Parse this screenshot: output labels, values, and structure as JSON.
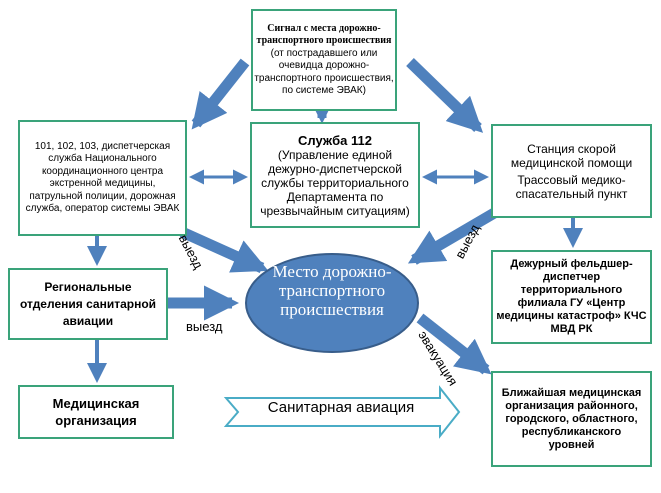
{
  "signal": {
    "title": "Сигнал с места дорожно-транспортного происшествия",
    "subtitle": "(от пострадавшего или очевидца дорожно-транспортного происшествия, по системе ЭВАК)"
  },
  "services": {
    "text": "101, 102, 103, диспетчерская служба Национального координационного центра экстренной медицины, патрульной полиции, дорожная служба, оператор системы ЭВАК"
  },
  "service112": {
    "title": "Служба 112",
    "subtitle": "(Управление единой дежурно-диспетчерской службы территориального Департамента по чрезвычайным ситуациям)"
  },
  "ambulance": {
    "line1": "Станция скорой медицинской помощи",
    "line2": "Трассовый медико-спасательный пункт"
  },
  "regional": {
    "text": "Региональные отделения санитарной авиации"
  },
  "dispatcher": {
    "text": "Дежурный фельдшер-диспетчер территориального филиала ГУ «Центр медицины катастроф» КЧС МВД РК"
  },
  "medical_org": {
    "text": "Медицинская организация"
  },
  "nearest_org": {
    "text": "Ближайшая медицинская организация районного, городского, областного, республиканского уровней"
  },
  "center": {
    "text": "Место дорожно-транспортного происшествия"
  },
  "air_band": {
    "text": "Санитарная авиация"
  },
  "labels": {
    "exit_left": "выезд",
    "exit_regional": "выезд",
    "exit_right": "выезд",
    "evacuation": "эвакуация"
  },
  "colors": {
    "arrow": "#4f81bd",
    "box_border": "#3aa37a",
    "center_fill": "#4f81bd",
    "center_border": "#385d8a",
    "band_border": "#4aacc6"
  }
}
